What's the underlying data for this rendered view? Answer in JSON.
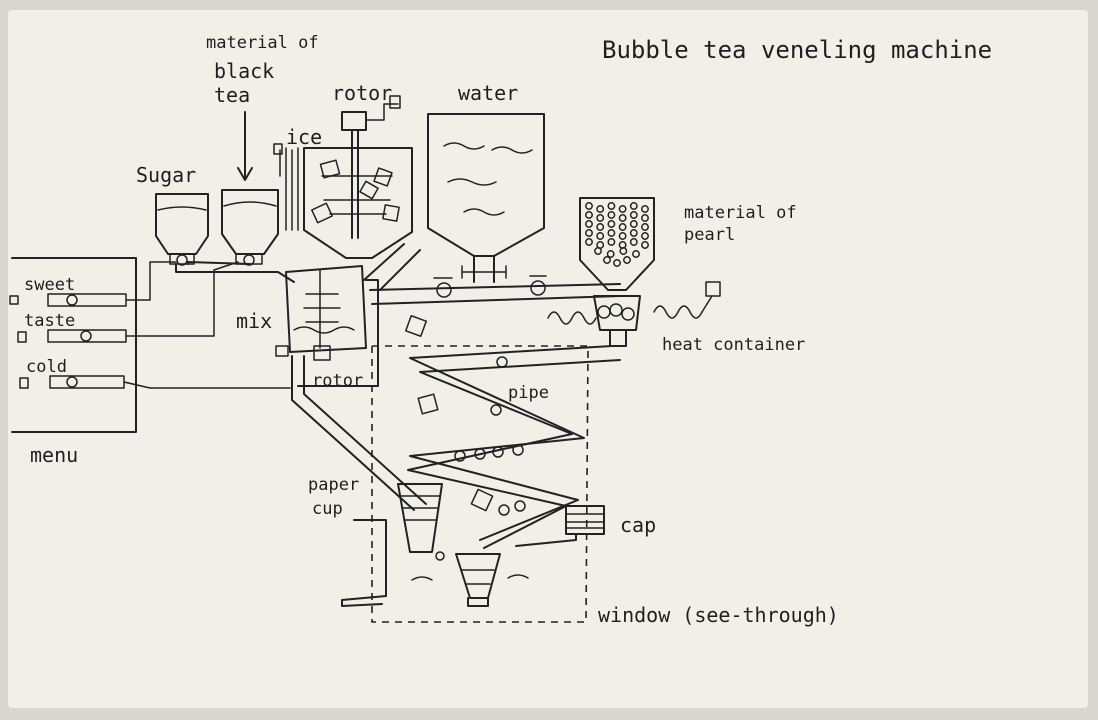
{
  "title": "Bubble tea veneling machine",
  "labels": {
    "material_black_tea": "material of black tea",
    "sugar": "Sugar",
    "ice": "ice",
    "rotor_top": "rotor",
    "water": "water",
    "material_pearl": "material of pearl",
    "heat_container": "heat container",
    "mix": "mix",
    "rotor_mix": "rotor",
    "pipe": "pipe",
    "paper_cup": "paper cup",
    "cap": "cap",
    "window": "window (see-through)"
  },
  "menu": {
    "caption": "menu",
    "items": [
      "sweet",
      "taste",
      "cold"
    ]
  },
  "colors": {
    "paper": "#f1efe7",
    "ink": "#222222",
    "background": "#d9d6cf"
  }
}
